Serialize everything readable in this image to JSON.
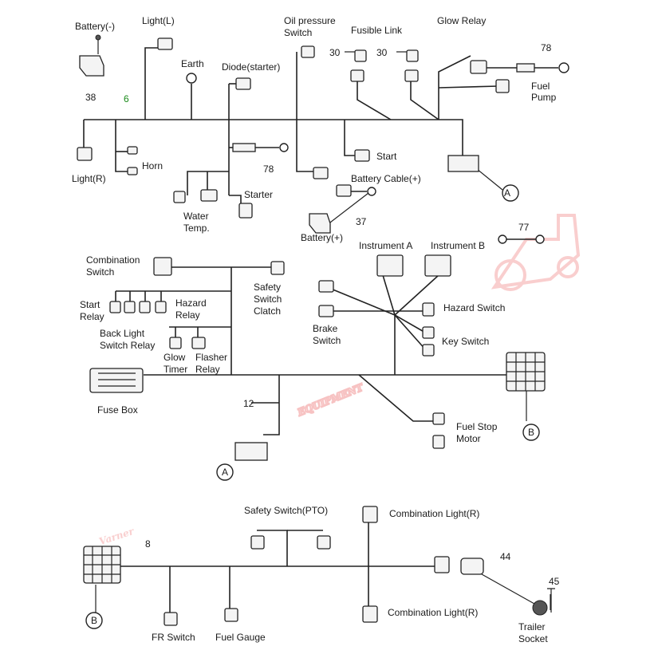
{
  "labels": {
    "battery_neg": "Battery(-)",
    "light_l": "Light(L)",
    "earth": "Earth",
    "diode": "Diode(starter)",
    "oil_pressure": "Oil pressure",
    "oil_pressure_2": "Switch",
    "fusible_link": "Fusible Link",
    "glow_relay": "Glow Relay",
    "fuel_pump": "Fuel",
    "fuel_pump_2": "Pump",
    "light_r": "Light(R)",
    "horn": "Horn",
    "start": "Start",
    "battery_cable": "Battery Cable(+)",
    "starter": "Starter",
    "water_temp": "Water",
    "water_temp_2": "Temp.",
    "battery_pos": "Battery(+)",
    "combination_switch": "Combination",
    "combination_switch_2": "Switch",
    "safety_switch_clatch": "Safety",
    "safety_switch_clatch_2": "Switch",
    "safety_switch_clatch_3": "Clatch",
    "instrument_a": "Instrument A",
    "instrument_b": "Instrument B",
    "start_relay": "Start",
    "start_relay_2": "Relay",
    "hazard_relay": "Hazard",
    "hazard_relay_2": "Relay",
    "hazard_switch": "Hazard Switch",
    "back_light_relay": "Back Light",
    "back_light_relay_2": "Switch Relay",
    "brake_switch": "Brake",
    "brake_switch_2": "Switch",
    "key_switch": "Key Switch",
    "glow_timer": "Glow",
    "glow_timer_2": "Timer",
    "flasher_relay": "Flasher",
    "flasher_relay_2": "Relay",
    "fuse_box": "Fuse Box",
    "fuel_stop": "Fuel Stop",
    "fuel_stop_2": "Motor",
    "safety_switch_pto": "Safety Switch(PTO)",
    "combination_light_r_top": "Combination Light(R)",
    "combination_light_r_bottom": "Combination Light(R)",
    "fr_switch": "FR Switch",
    "fuel_gauge": "Fuel Gauge",
    "trailer_socket": "Trailer",
    "trailer_socket_2": "Socket",
    "connector_a": "A",
    "connector_b": "B"
  },
  "numbers": {
    "n38": "38",
    "n6": "6",
    "n30a": "30",
    "n30b": "30",
    "n78a": "78",
    "n78b": "78",
    "n37": "37",
    "n77": "77",
    "n12": "12",
    "n8": "8",
    "n44": "44",
    "n45": "45"
  },
  "watermark": {
    "script": "Varner",
    "block": "EQUIPMENT"
  },
  "colors": {
    "line": "#222222",
    "watermark": "#f4a6a6",
    "highlight_number": "#1a8a1a"
  }
}
